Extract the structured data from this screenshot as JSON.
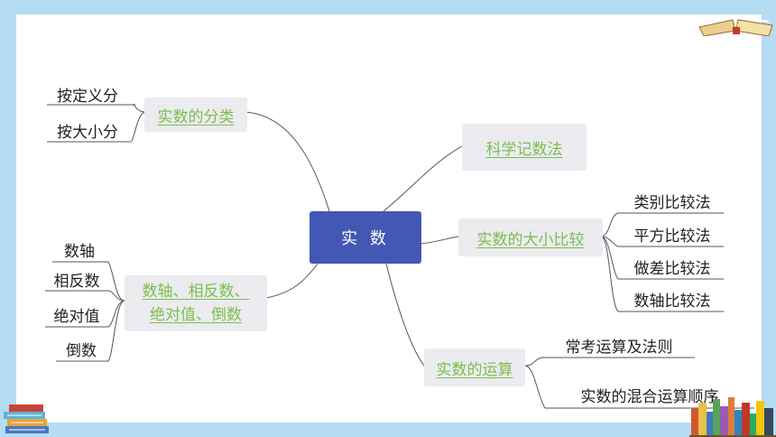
{
  "diagram": {
    "center": "实  数",
    "topics": {
      "classify": "实数的分类",
      "sci": "科学记数法",
      "compare": "实数的大小比较",
      "ops": "实数的运算",
      "axis_line1": "数轴、相反数、",
      "axis_line2": "绝对值、倒数"
    },
    "leaves": {
      "classify": [
        "按定义分",
        "按大小分"
      ],
      "compare": [
        "类别比较法",
        "平方比较法",
        "做差比较法",
        "数轴比较法"
      ],
      "ops": [
        "常考运算及法则",
        "实数的混合运算顺序"
      ],
      "axis": [
        "数轴",
        "相反数",
        "绝对值",
        "倒数"
      ]
    }
  },
  "colors": {
    "frame": "#b4dcf2",
    "center_fill": "#4357b4",
    "topic_fill": "#ebebf0",
    "topic_text": "#7cbf4c",
    "line": "#555555"
  },
  "icons": [
    "open-book-icon",
    "book-stack-icon",
    "bookshelf-icon"
  ]
}
